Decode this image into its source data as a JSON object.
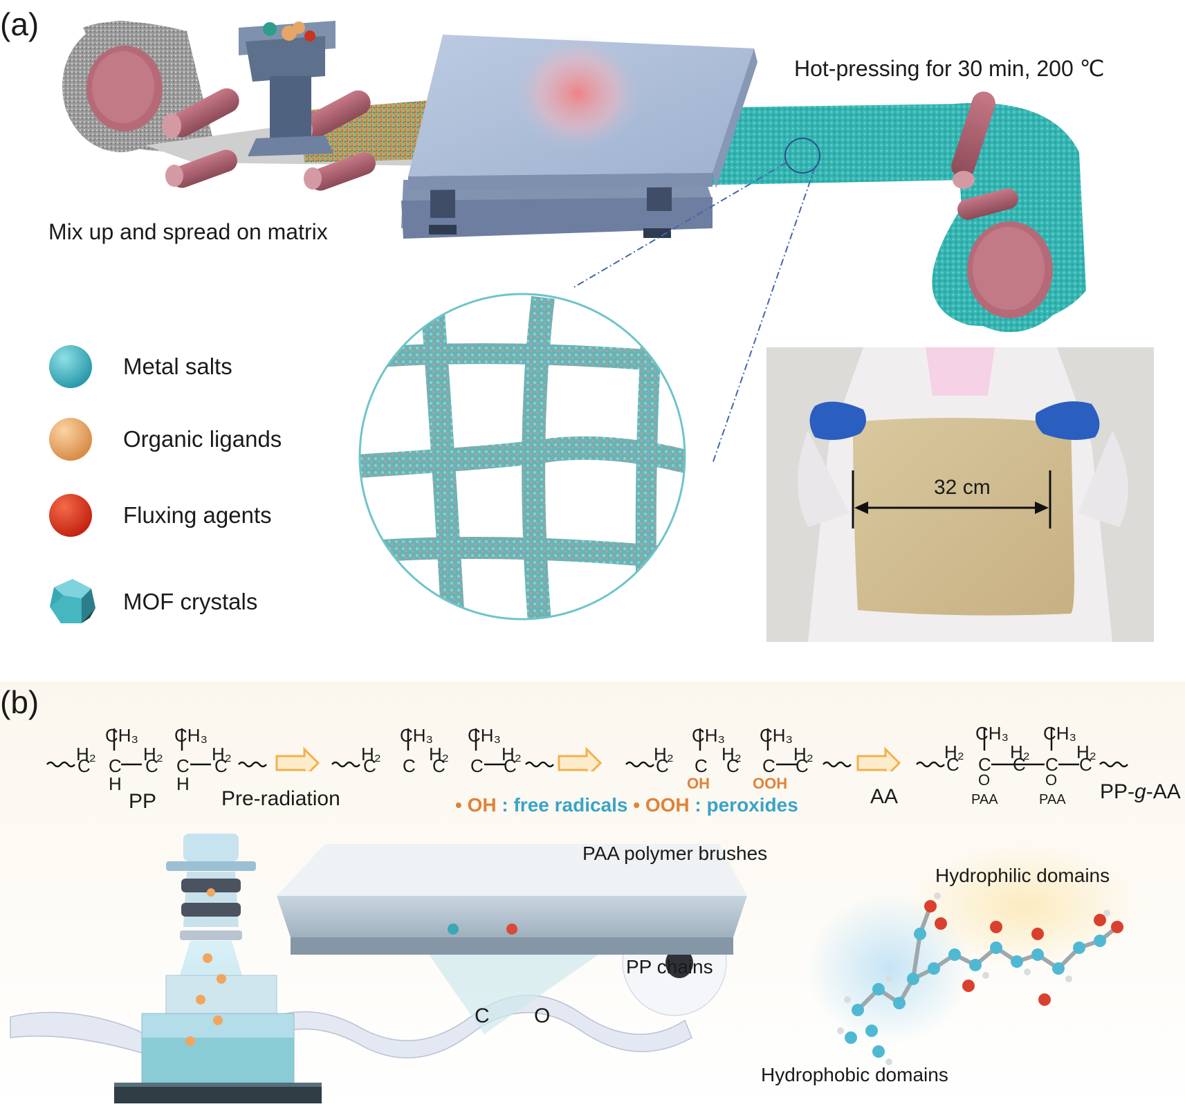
{
  "panel_a": {
    "label": "(a)",
    "caption_hotpress": "Hot-pressing for 30 min, 200 ℃",
    "caption_mix": "Mix up and spread on matrix",
    "legend": [
      {
        "label": "Metal salts",
        "color": "#3fb7c6",
        "shape": "sphere"
      },
      {
        "label": "Organic ligands",
        "color": "#eba565",
        "shape": "sphere"
      },
      {
        "label": "Fluxing agents",
        "color": "#d8331f",
        "shape": "sphere"
      },
      {
        "label": "MOF crystals",
        "color": "#3aa7b4",
        "shape": "polyhedron"
      }
    ],
    "photo_dimension": "32 cm"
  },
  "panel_b": {
    "label": "(b)",
    "reaction": {
      "pp": "PP",
      "pre_radiation": "Pre-radiation",
      "aa": "AA",
      "ppgaa_prefix": "PP-",
      "ppgaa_g": "g",
      "ppgaa_suffix": "-AA",
      "oh_mark": "• OH",
      "free_radicals": " : free radicals ",
      "ooh_mark": "• OOH",
      "peroxides": " : peroxides",
      "ch3": "CH₃",
      "h2": "H₂",
      "c": "C",
      "h": "H",
      "o": "O",
      "oh": "OH",
      "ooh": "OOH",
      "paa": "PAA"
    },
    "paa_brushes": "PAA polymer brushes",
    "pp_chains": "PP chains",
    "atom_c": "C",
    "atom_o": "O",
    "hydrophilic": "Hydrophilic domains",
    "hydrophobic": "Hydrophobic domains"
  },
  "colors": {
    "teal": "#3fb7c6",
    "roller": "#b0606e",
    "machine": "#6c7f99",
    "arrow_orange": "#f2b04e",
    "orange_text": "#e0823a",
    "blue_text": "#3aa3c7"
  }
}
